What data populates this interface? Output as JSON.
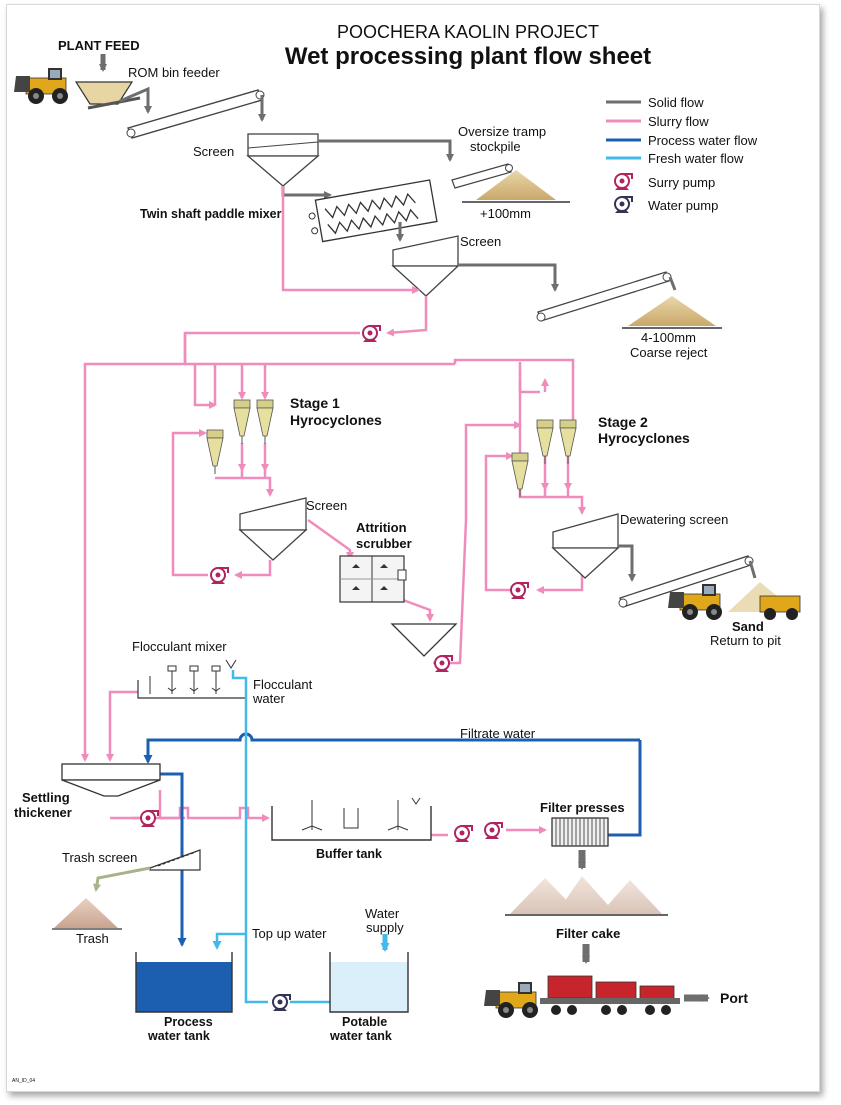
{
  "header": {
    "project": "POOCHERA KAOLIN PROJECT",
    "title": "Wet processing plant flow sheet"
  },
  "legend": {
    "items": [
      {
        "label": "Solid flow",
        "color": "#6e6e6e"
      },
      {
        "label": "Slurry flow",
        "color": "#f08cbc"
      },
      {
        "label": "Process water flow",
        "color": "#1c5fb0"
      },
      {
        "label": "Fresh water flow",
        "color": "#45b8ea"
      },
      {
        "label": "Surry pump",
        "icon": "slurry-pump-icon"
      },
      {
        "label": "Water pump",
        "icon": "water-pump-icon"
      }
    ]
  },
  "labels": {
    "plant_feed": "PLANT FEED",
    "rom_bin": "ROM bin feeder",
    "screen1": "Screen",
    "oversize_1": "Oversize tramp",
    "oversize_2": "stockpile",
    "plus100": "+100mm",
    "paddle_mixer": "Twin shaft paddle mixer",
    "screen2": "Screen",
    "coarse_1": "4-100mm",
    "coarse_2": "Coarse reject",
    "stage1_1": "Stage 1",
    "stage1_2": "Hyrocyclones",
    "stage2_1": "Stage 2",
    "stage2_2": "Hyrocyclones",
    "screen3": "Screen",
    "attrition_1": "Attrition",
    "attrition_2": "scrubber",
    "dewatering": "Dewatering screen",
    "sand_1": "Sand",
    "sand_2": "Return to pit",
    "floc_mixer": "Flocculant mixer",
    "floc_water_1": "Flocculant",
    "floc_water_2": "water",
    "filtrate": "Filtrate water",
    "settling_1": "Settling",
    "settling_2": "thickener",
    "buffer": "Buffer tank",
    "filter_presses": "Filter presses",
    "trash_screen": "Trash screen",
    "trash": "Trash",
    "filter_cake": "Filter cake",
    "top_up": "Top up water",
    "water_supply_1": "Water",
    "water_supply_2": "supply",
    "process_tank_1": "Process",
    "process_tank_2": "water tank",
    "potable_1": "Potable",
    "potable_2": "water tank",
    "port": "Port",
    "code": "AN_ID_04"
  }
}
